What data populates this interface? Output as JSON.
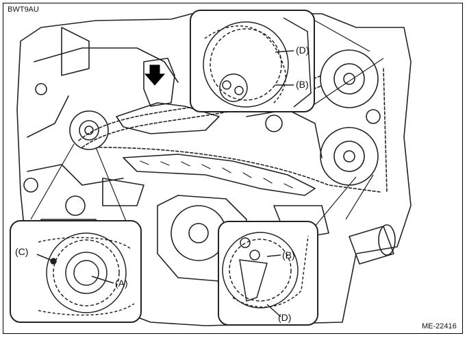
{
  "figure": {
    "code_top_left": "BWT9AU",
    "code_bottom_right": "ME-22416"
  },
  "callouts": {
    "inset_top_right": {
      "d": "(D)",
      "b": "(B)"
    },
    "inset_bottom_left": {
      "c": "(C)",
      "a": "(A)"
    },
    "inset_bottom_right": {
      "b": "(B)",
      "d": "(D)"
    }
  },
  "colors": {
    "line": "#222222",
    "background": "#ffffff"
  },
  "icons": [
    "pointer-arrow-icon"
  ]
}
